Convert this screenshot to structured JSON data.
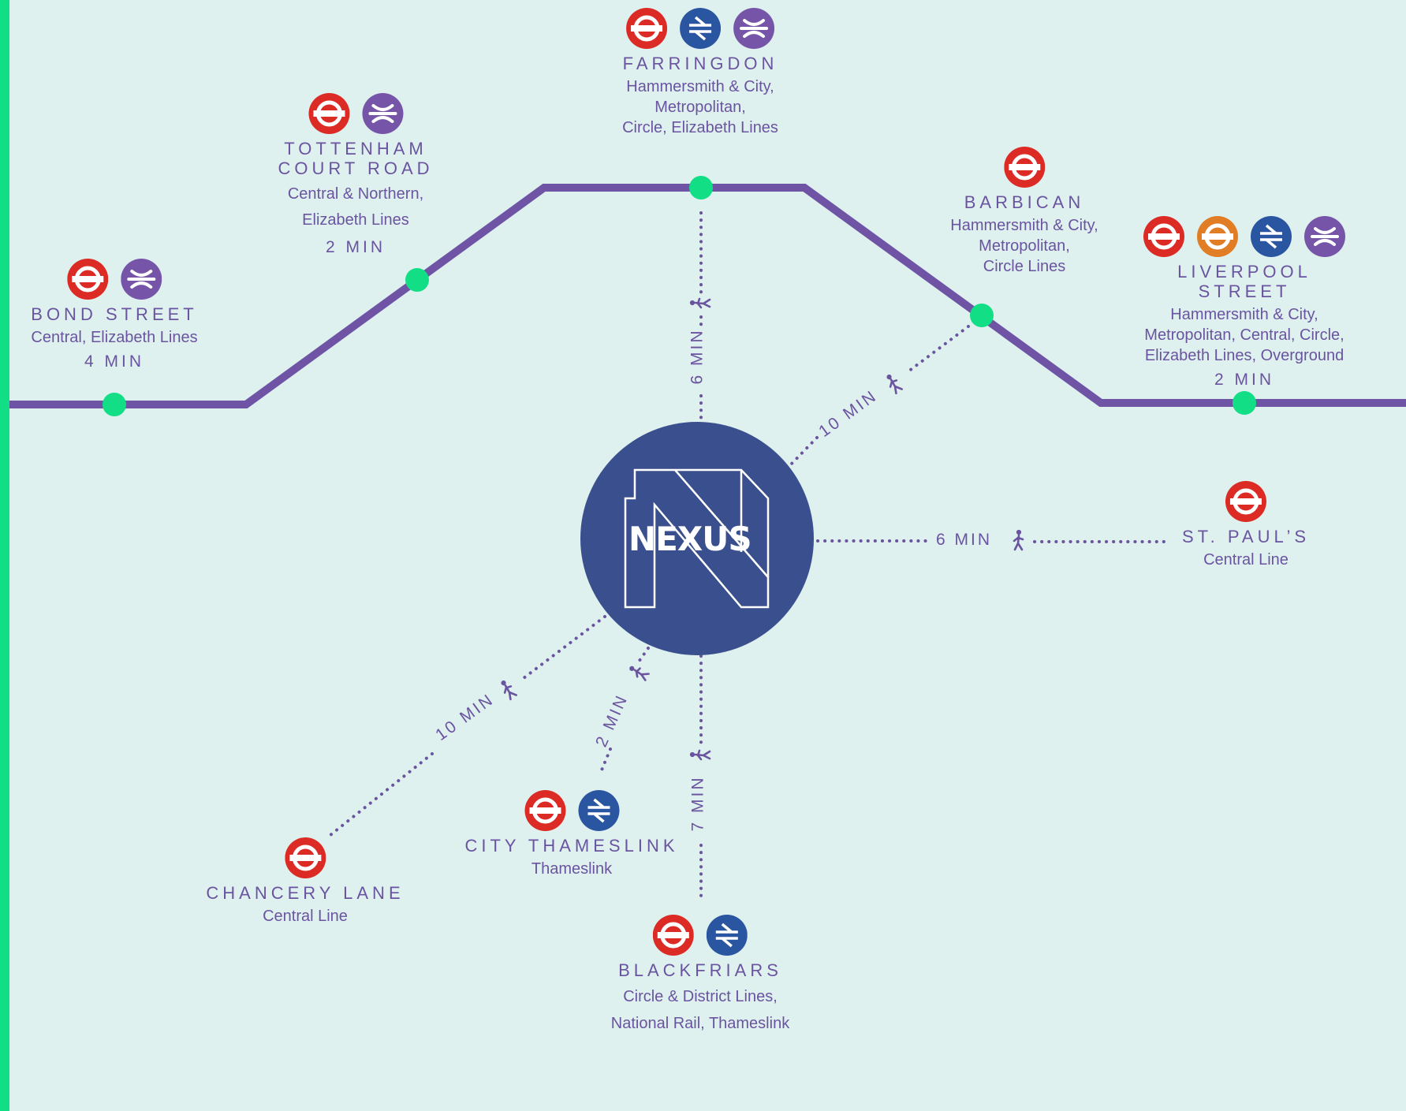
{
  "colors": {
    "background": "#dff1ef",
    "route_line": "#6f54a5",
    "station_dot": "#12de86",
    "left_stripe": "#12de86",
    "walk_path": "#6a54a0",
    "hub": "#3a4f8e",
    "underground": "#dc2a24",
    "overground": "#e07d25",
    "national_rail": "#2a55a0",
    "elizabeth": "#7655a9",
    "text": "#6a54a0"
  },
  "hub": {
    "name": "NEXUS",
    "icon": "nexus-n-logo"
  },
  "stations": {
    "bond_street": {
      "name": "BOND STREET",
      "lines": "Central, Elizabeth Lines",
      "walk": "4 MIN",
      "icons": [
        "underground-roundel-icon",
        "elizabeth-line-icon"
      ]
    },
    "tottenham_court_road": {
      "name": "TOTTENHAM\nCOURT ROAD",
      "lines": "Central & Northern,\nElizabeth Lines",
      "walk": "2 MIN",
      "icons": [
        "underground-roundel-icon",
        "elizabeth-line-icon"
      ]
    },
    "farringdon": {
      "name": "FARRINGDON",
      "lines": "Hammersmith & City,\nMetropolitan,\nCircle, Elizabeth Lines",
      "icons": [
        "underground-roundel-icon",
        "national-rail-icon",
        "elizabeth-line-icon"
      ]
    },
    "barbican": {
      "name": "BARBICAN",
      "lines": "Hammersmith & City,\nMetropolitan,\nCircle Lines",
      "icons": [
        "underground-roundel-icon"
      ]
    },
    "liverpool_street": {
      "name": "LIVERPOOL STREET",
      "lines": "Hammersmith & City,\nMetropolitan, Central, Circle,\nElizabeth Lines, Overground",
      "walk": "2 MIN",
      "icons": [
        "underground-roundel-icon",
        "overground-roundel-icon",
        "national-rail-icon",
        "elizabeth-line-icon"
      ]
    },
    "st_pauls": {
      "name": "ST. PAUL’S",
      "lines": "Central Line",
      "icons": [
        "underground-roundel-icon"
      ]
    },
    "chancery_lane": {
      "name": "CHANCERY LANE",
      "lines": "Central Line",
      "icons": [
        "underground-roundel-icon"
      ]
    },
    "city_thameslink": {
      "name": "CITY THAMESLINK",
      "lines": "Thameslink",
      "icons": [
        "underground-roundel-icon",
        "national-rail-icon"
      ]
    },
    "blackfriars": {
      "name": "BLACKFRIARS",
      "lines": "Circle & District Lines,\nNational Rail, Thameslink",
      "icons": [
        "underground-roundel-icon",
        "national-rail-icon"
      ]
    }
  },
  "walks": {
    "farringdon": "6 MIN",
    "barbican": "10 MIN",
    "st_pauls": "6 MIN",
    "chancery_lane": "10 MIN",
    "city_thameslink": "2 MIN",
    "blackfriars": "7 MIN"
  }
}
